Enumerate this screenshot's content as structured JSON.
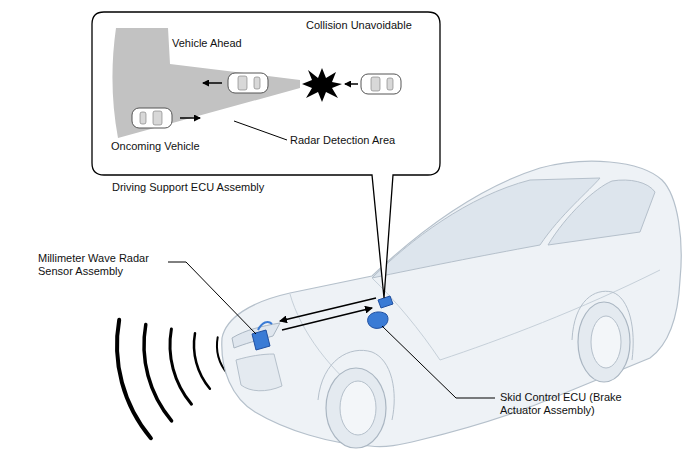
{
  "diagram": {
    "nodes": [
      {
        "text": [
          "Collision Unavoidable",
          "Vehicle Ahead",
          "Radar Detection Area",
          "Oncoming Vehicle"
        ]
      }
    ],
    "labels": [
      "Driving Support ECU Assembly",
      "Millimeter Wave Radar Sensor Assembly",
      "Skid Control ECU (Brake Actuator Assembly)"
    ]
  }
}
